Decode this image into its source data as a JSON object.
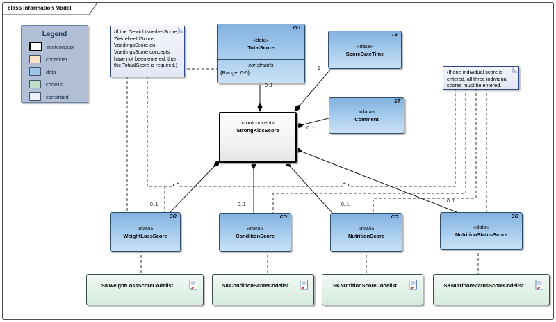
{
  "frame": {
    "title": "class Information Model"
  },
  "legend": {
    "title": "Legend",
    "items": [
      {
        "label": "rootconcept",
        "color": "#ffffff"
      },
      {
        "label": "container",
        "color": "#f9e3c7"
      },
      {
        "label": "data",
        "color": "#9ec6e8"
      },
      {
        "label": "codelist",
        "color": "#bfe0c8"
      },
      {
        "label": "constraint",
        "color": "#eef0fa"
      }
    ]
  },
  "notes": {
    "left": {
      "text": "{If the GewichtsverliesScore, ZiektebeeldScore, VoedingsScore en VoedingsScore concepts have not been entered, then the TotaalScore is required.}"
    },
    "right": {
      "text": "{If one individual score is entered, all three individual scores must be entered.}"
    }
  },
  "classes": {
    "total_score": {
      "stereotype": "«data»",
      "name": "TotalScore",
      "type_tag": "INT",
      "constraints_heading": "constraints",
      "constraints_value": "{Range: 0-5}"
    },
    "score_date_time": {
      "stereotype": "«data»",
      "name": "ScoreDateTime",
      "type_tag": "TS"
    },
    "comment": {
      "stereotype": "«data»",
      "name": "Comment",
      "type_tag": "ST"
    },
    "strong_kids_score": {
      "stereotype": "«rootconcept»",
      "name": "StrongKidsScore"
    },
    "weight_loss_score": {
      "stereotype": "«data»",
      "name": "WeightLossScore",
      "type_tag": "CO"
    },
    "condition_score": {
      "stereotype": "«data»",
      "name": "ConditionScore",
      "type_tag": "CO"
    },
    "nutrition_score": {
      "stereotype": "«data»",
      "name": "NutritionScore",
      "type_tag": "CO"
    },
    "nutrition_status_score": {
      "stereotype": "«data»",
      "name": "NutritionStatusScore",
      "type_tag": "CO"
    }
  },
  "codelists": {
    "weight_loss": {
      "name": "SKWeightLossScoreCodelist"
    },
    "condition": {
      "name": "SKConditionScoreCodelist"
    },
    "nutrition": {
      "name": "SKNutritionScoreCodelist"
    },
    "nutrition_status": {
      "name": "SKNutritionStatusScoreCodelist"
    }
  },
  "multiplicities": {
    "total_score": "0..1",
    "score_date_time": "1",
    "comment": "0..1",
    "weight_loss": "0..1",
    "condition": "0..1",
    "nutrition": "0..1",
    "nutrition_status": "0..1"
  },
  "colors": {
    "data_fill": "#9ec6e8",
    "codelist_fill": "#cfe8d9",
    "constraint_fill": "#eef0fa",
    "rootconcept_border": "#000000",
    "legend_bg": "#b0bfd6"
  }
}
